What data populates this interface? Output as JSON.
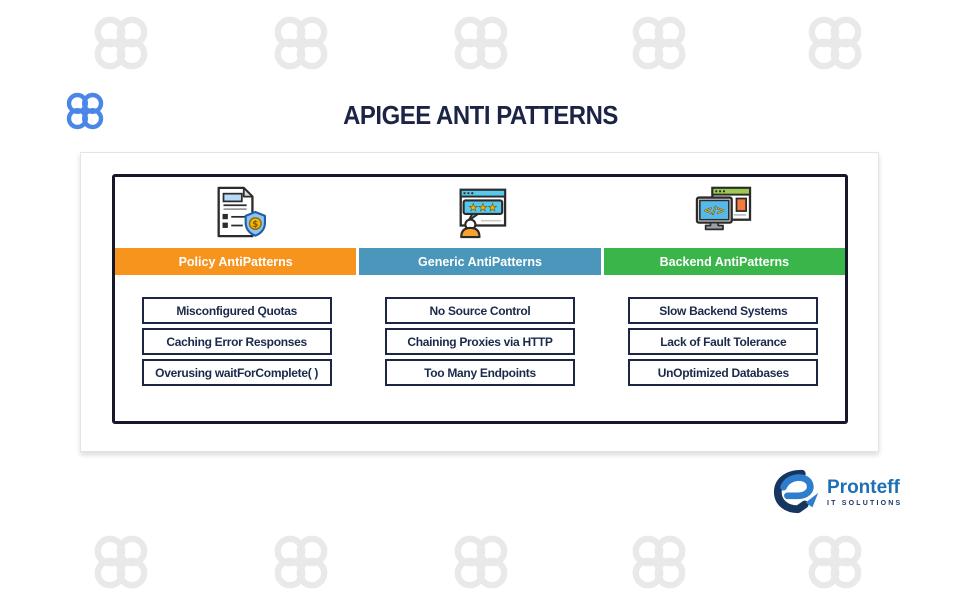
{
  "page": {
    "title": "APIGEE ANTI PATTERNS",
    "background_watermark_icon": "knot-logo-watermark"
  },
  "brand": {
    "corner_logo_icon": "knot-logo",
    "corner_logo_color": "#4A86E8"
  },
  "footer": {
    "logo_name": "Pronteff",
    "logo_tagline": "IT SOLUTIONS",
    "logo_name_color": "#1E6FB5",
    "logo_tagline_color": "#16355F"
  },
  "colors": {
    "title_text": "#1B2444",
    "frame_border": "#17172B",
    "box_border": "#1C2642",
    "box_text": "#1B2A4A",
    "watermark": "#E9E9E9"
  },
  "columns": [
    {
      "header": "Policy AntiPatterns",
      "header_color": "#F7941E",
      "icon": "policy-document-shield-icon",
      "items": [
        "Misconfigured Quotas",
        "Caching Error Responses",
        "Overusing waitForComplete( )"
      ]
    },
    {
      "header": "Generic AntiPatterns",
      "header_color": "#4B97BB",
      "icon": "user-review-browser-icon",
      "items": [
        "No Source Control",
        "Chaining Proxies via HTTP",
        "Too Many Endpoints"
      ]
    },
    {
      "header": "Backend AntiPatterns",
      "header_color": "#39B54A",
      "icon": "code-monitor-icon",
      "items": [
        "Slow Backend Systems",
        "Lack of Fault Tolerance",
        "UnOptimized Databases"
      ]
    }
  ]
}
